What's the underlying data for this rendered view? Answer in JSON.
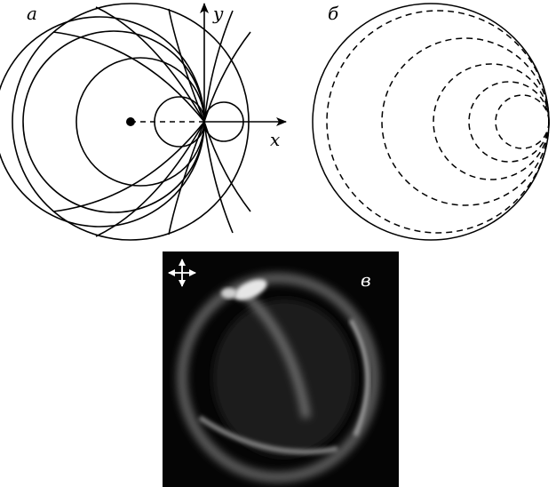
{
  "panels": {
    "a": {
      "label": "a",
      "axis_x": "x",
      "axis_y": "y"
    },
    "b": {
      "label": "б"
    },
    "c": {
      "label": "в"
    }
  },
  "colors": {
    "line": "#000000",
    "background": "#ffffff",
    "photo_bg": "#050505"
  },
  "icons": {
    "polarizer": "four-way-arrow-icon"
  }
}
